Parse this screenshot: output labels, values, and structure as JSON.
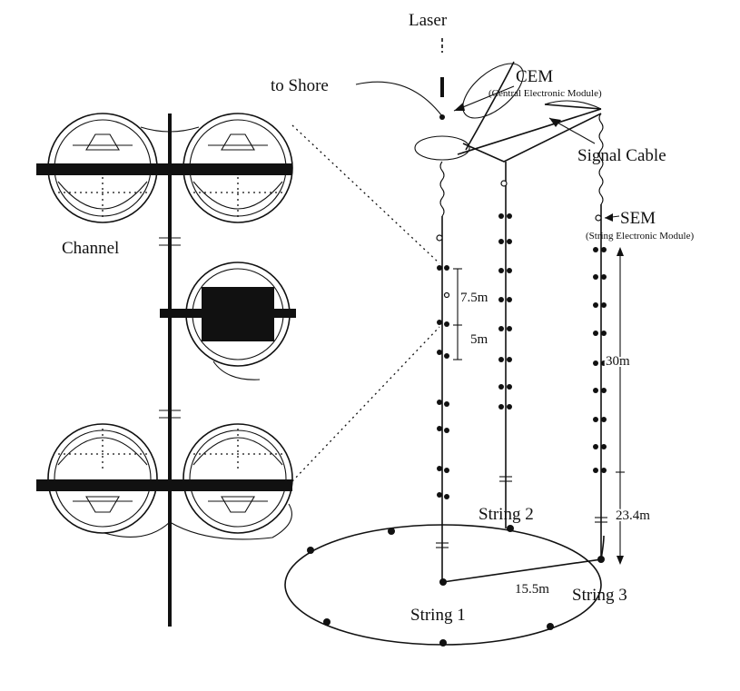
{
  "labels": {
    "laser": "Laser",
    "to_shore": "to Shore",
    "cem": "CEM",
    "cem_full": "(Central Electronic Module)",
    "signal_cable": "Signal Cable",
    "sem": "SEM",
    "sem_full": "(String Electronic Module)",
    "channel": "Channel",
    "string_1": "String 1",
    "string_2": "String 2",
    "string_3": "String 3"
  },
  "dimensions": {
    "om_spacing": "7.5m",
    "pair_spacing": "5m",
    "sem_to_bottom": "30m",
    "string_height_below": "23.4m",
    "string_distance": "15.5m"
  }
}
